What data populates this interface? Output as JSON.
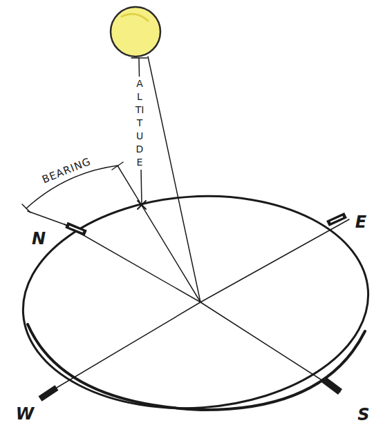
{
  "diagram": {
    "labels": [
      "BEARING",
      "ALTITUDE",
      "N",
      "E",
      "S",
      "W"
    ]
  }
}
